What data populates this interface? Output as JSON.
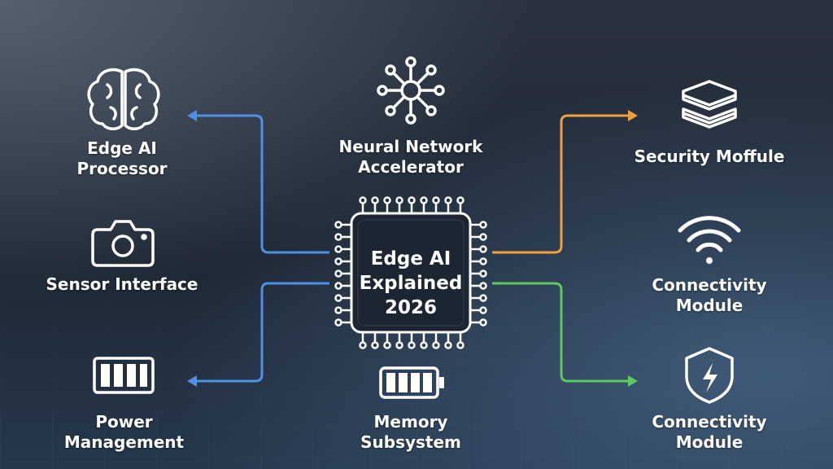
{
  "center": {
    "line1": "Edge AI",
    "line2": "Explained",
    "line3": "2026"
  },
  "nodes": {
    "edge_ai_processor": {
      "line1": "Edge AI",
      "line2": "Processor",
      "icon": "brain-icon"
    },
    "neural_network_accelerator": {
      "line1": "Neural Network",
      "line2": "Accelerator",
      "icon": "neural-network-icon"
    },
    "security_module": {
      "line1": "Security Moffule",
      "icon": "layers-icon"
    },
    "sensor_interface": {
      "line1": "Sensor Interface",
      "icon": "camera-icon"
    },
    "connectivity_module_wifi": {
      "line1": "Connectivity",
      "line2": "Module",
      "icon": "wifi-icon"
    },
    "power_management": {
      "line1": "Power",
      "line2": "Management",
      "icon": "battery-icon"
    },
    "memory_subsystem": {
      "line1": "Memory",
      "line2": "Subsystem",
      "icon": "battery-icon"
    },
    "connectivity_module_shield": {
      "line1": "Connectivity",
      "line2": "Module",
      "icon": "shield-bolt-icon"
    }
  },
  "colors": {
    "blue_connector": "#4f8fe6",
    "orange_connector": "#f0a040",
    "green_connector": "#5cc95c",
    "icon_stroke": "#ffffff"
  }
}
